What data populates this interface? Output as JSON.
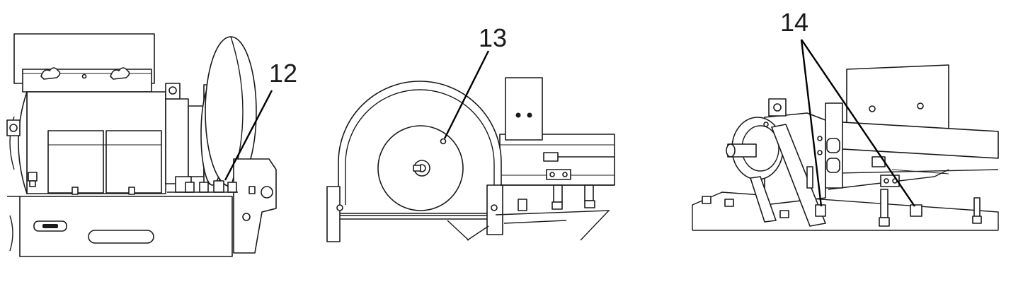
{
  "callouts": {
    "c12": "12",
    "c13": "13",
    "c14": "14"
  },
  "colors": {
    "line": "#1a1a1a",
    "background": "#ffffff"
  }
}
